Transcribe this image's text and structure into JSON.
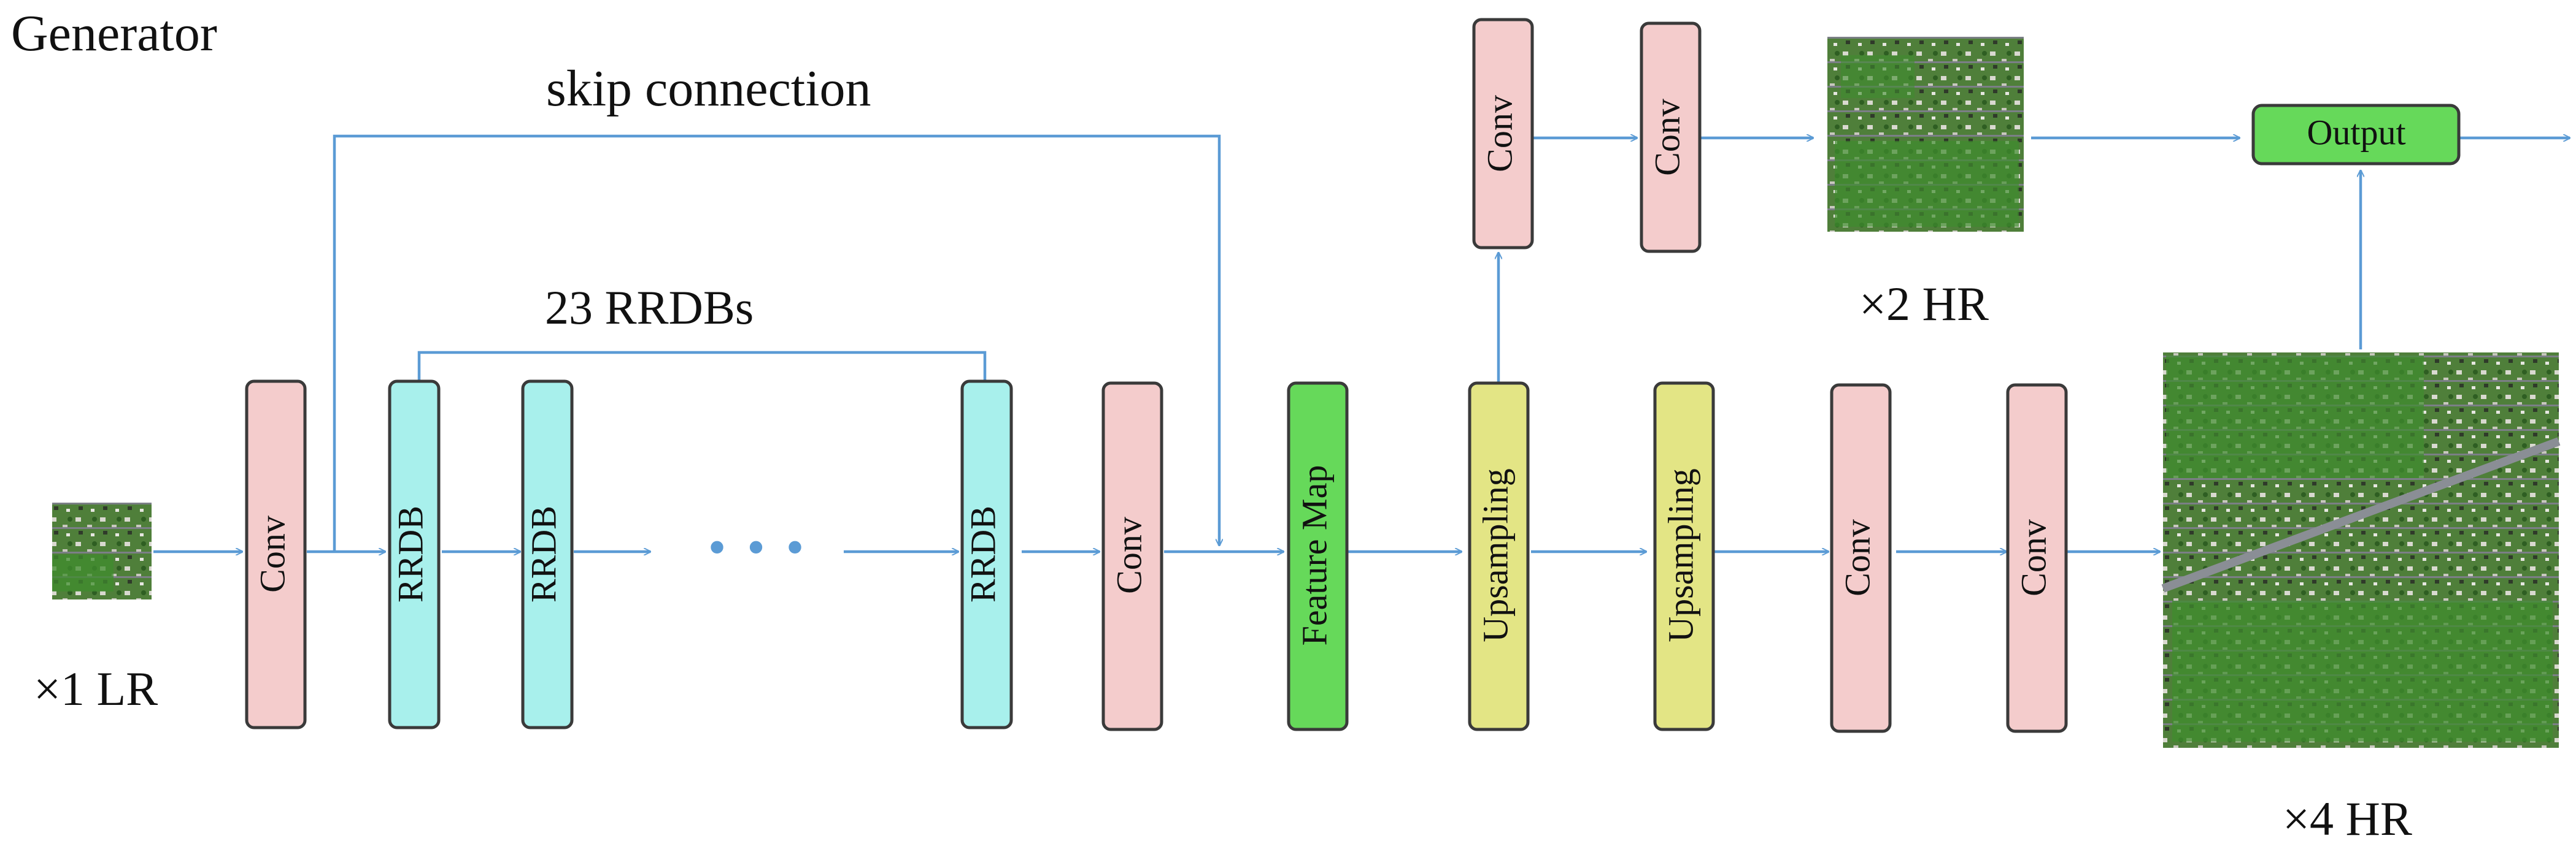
{
  "title": "Generator",
  "labels": {
    "skip": "skip connection",
    "rrdbs": "23 RRDBs",
    "ellipsis": "• • •",
    "lr": "×1 LR",
    "hr2": "×2 HR",
    "hr4": "×4 HR"
  },
  "blocks": {
    "conv1": "Conv",
    "rrdb1": "RRDB",
    "rrdb2": "RRDB",
    "rrdb3": "RRDB",
    "conv2": "Conv",
    "feature_map": "Feature Map",
    "up1": "Upsampling",
    "up2": "Upsampling",
    "conv3": "Conv",
    "conv4": "Conv",
    "conv_top1": "Conv",
    "conv_top2": "Conv",
    "output": "Output"
  },
  "colors": {
    "conv": "#f4cccc",
    "rrdb": "#a8f0ec",
    "feature_map": "#66d95a",
    "upsampling": "#e3e585",
    "output": "#66d95a",
    "arrow": "#5b9bd5",
    "border": "#3a3a3a"
  }
}
